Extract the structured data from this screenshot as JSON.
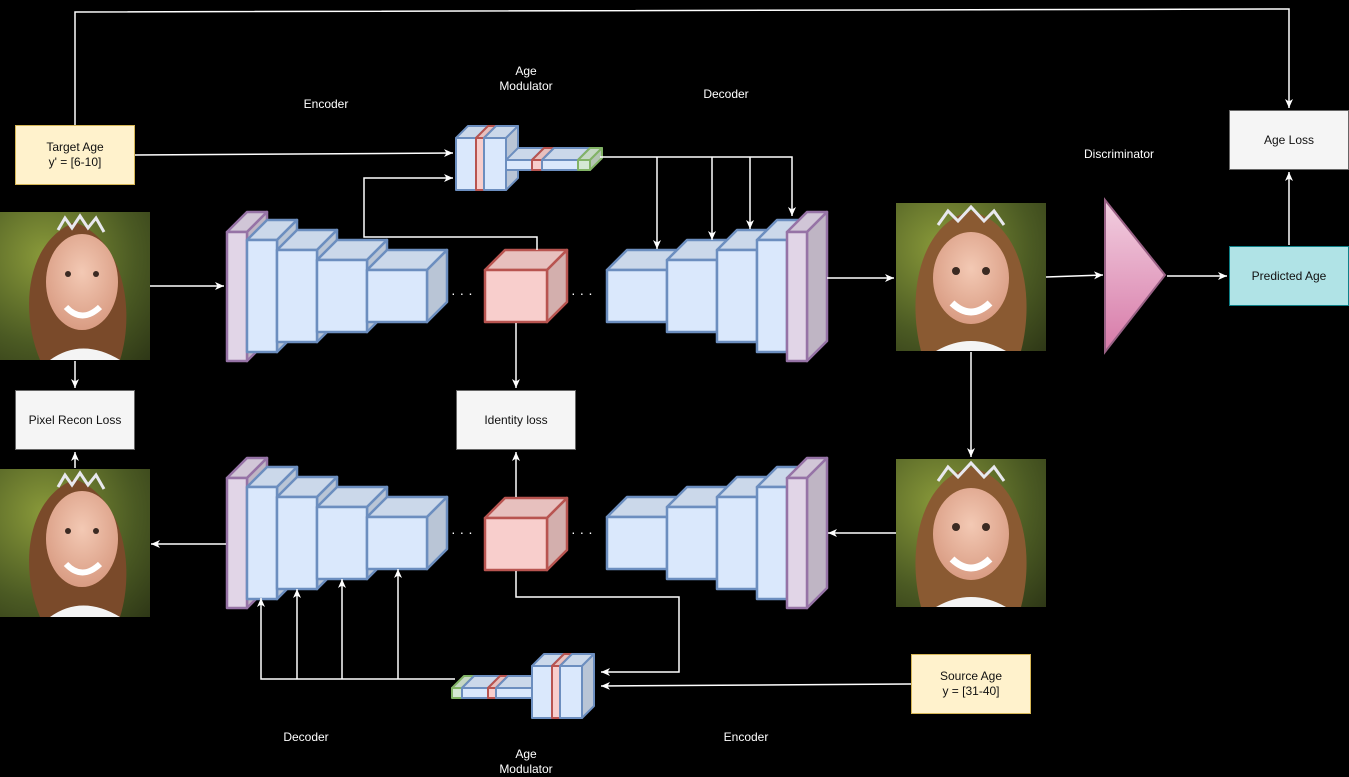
{
  "labels": {
    "encoder_top": "Encoder",
    "decoder_top": "Decoder",
    "age_modulator_top": "Age\nModulator",
    "discriminator": "Discriminator",
    "decoder_bottom": "Decoder",
    "encoder_bottom": "Encoder",
    "age_modulator_bottom": "Age\nModulator"
  },
  "boxes": {
    "target_age": "Target Age\ny' = [6-10]",
    "source_age": "Source Age\ny = [31-40]",
    "age_loss": "Age Loss",
    "predicted_age": "Predicted Age",
    "pixel_recon_loss": "Pixel Recon Loss",
    "identity_loss": "Identity loss"
  },
  "ellipsis": "· · ·",
  "colors": {
    "block_fill": "#dae8fc",
    "block_stroke": "#6c8ebf",
    "purple_fill": "#e1d5e7",
    "purple_stroke": "#9673a6",
    "bottleneck_fill": "#f8cecc",
    "bottleneck_stroke": "#b85450",
    "green_fill": "#d5e8d4",
    "green_stroke": "#82b366",
    "discriminator_fill": "#e6a7c7",
    "discriminator_stroke": "#996185"
  },
  "images": {
    "adult_input": "adult-face-photo",
    "adult_recon": "adult-face-photo",
    "child_output": "child-face-photo",
    "child_input": "child-face-photo"
  }
}
